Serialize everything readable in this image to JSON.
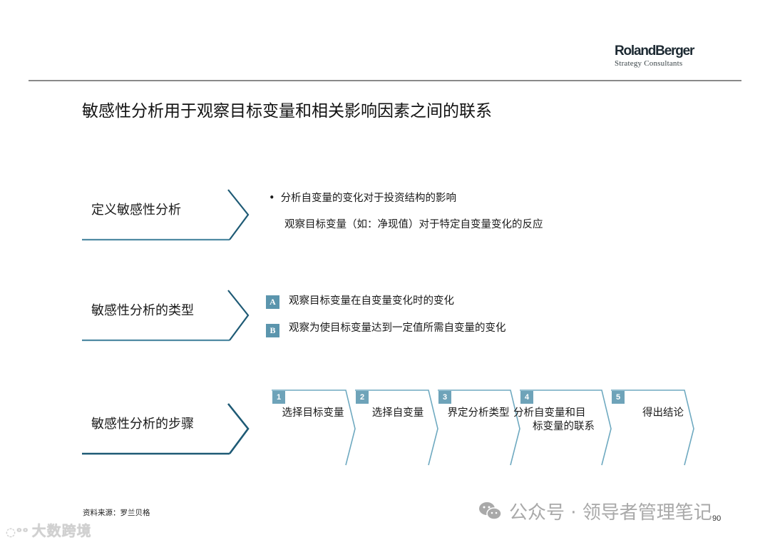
{
  "header": {
    "logo": {
      "brand": "RolandBerger",
      "tagline": "Strategy Consultants"
    }
  },
  "title": "敏感性分析用于观察目标变量和相关影响因素之间的联系",
  "sections": [
    {
      "label": "定义敏感性分析",
      "bullets": [
        {
          "marker": "•",
          "text": "分析自变量的变化对于投资结构的影响"
        },
        {
          "marker": "",
          "text": "观察目标变量（如：净现值）对于特定自变量变化的反应"
        }
      ]
    },
    {
      "label": "敏感性分析的类型",
      "types": [
        {
          "badge": "A",
          "text": "观察目标变量在自变量变化时的变化"
        },
        {
          "badge": "B",
          "text": "观察为使目标变量达到一定值所需自变量的变化"
        }
      ]
    },
    {
      "label": "敏感性分析的步骤",
      "steps": [
        {
          "number": "1",
          "label": "选择目标变量"
        },
        {
          "number": "2",
          "label": "选择自变量"
        },
        {
          "number": "3",
          "label": "界定分析类型"
        },
        {
          "number": "4",
          "label_line1": "分析自变量和目",
          "label_line2": "标变量的联系"
        },
        {
          "number": "5",
          "label": "得出结论"
        }
      ]
    }
  ],
  "footer": {
    "source": "资料来源：罗兰贝格",
    "page_number": "90",
    "watermark_left": "大数跨境",
    "watermark_right": "公众号 · 领导者管理笔记"
  },
  "colors": {
    "chevron_dark": "#1e5a75",
    "chevron_light": "#6ea9c0",
    "badge": "#5b95ad",
    "rule": "#8a8a8a"
  }
}
